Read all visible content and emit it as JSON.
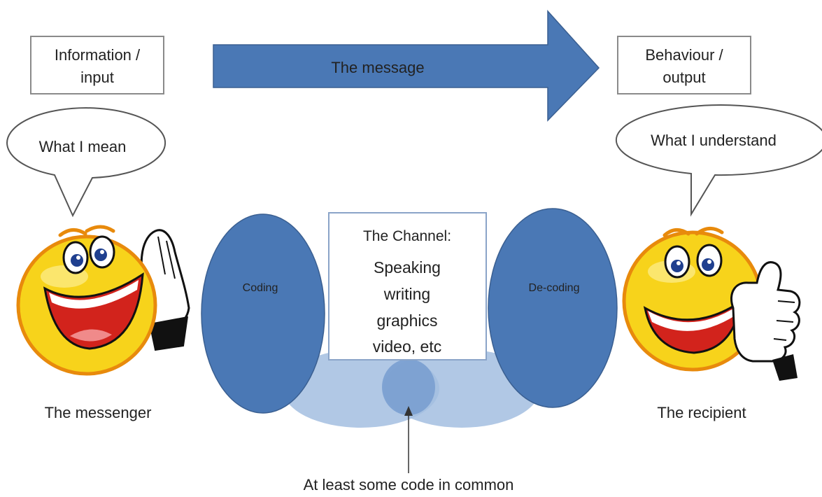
{
  "colors": {
    "primary_blue": "#4a78b5",
    "blue_dark_stroke": "#3a5f91",
    "light_blue": "#a3bee0",
    "mid_blue": "#7a9fd0",
    "face_yellow": "#f7d31b",
    "face_orange": "#e88a0c",
    "mouth_red": "#d2231c",
    "eye_blue": "#1f3f8f"
  },
  "input_box": {
    "line1": "Information /",
    "line2": "input"
  },
  "output_box": {
    "line1": "Behaviour /",
    "line2": "output"
  },
  "message_arrow": {
    "label": "The message"
  },
  "bubble_left": {
    "text": "What I mean"
  },
  "bubble_right": {
    "text": "What I understand"
  },
  "coding_ellipse": {
    "label": "Coding"
  },
  "decoding_ellipse": {
    "label": "De-coding"
  },
  "channel": {
    "title": "The Channel:",
    "items": [
      "Speaking",
      "writing",
      "graphics",
      "video, etc"
    ]
  },
  "messenger": {
    "caption": "The messenger",
    "icon": "smiley-waving-icon"
  },
  "recipient": {
    "caption": "The recipient",
    "icon": "smiley-thumbs-up-icon"
  },
  "common_code": {
    "label": "At least some code in common"
  }
}
